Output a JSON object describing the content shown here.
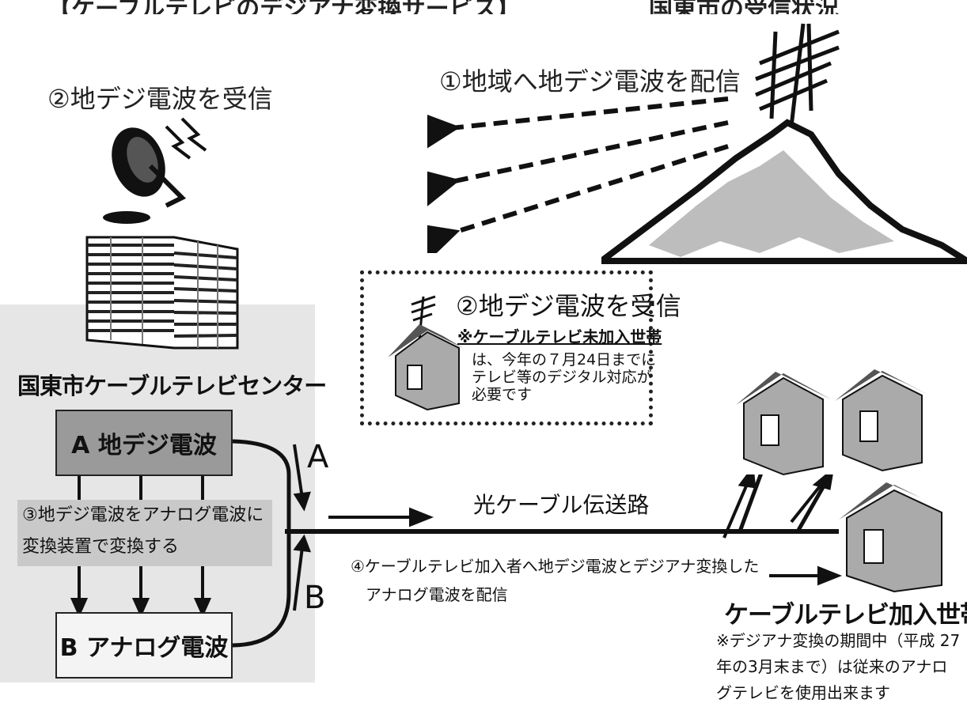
{
  "header": {
    "title_left": "【ケーブルテレビのデジアナ変換サービス】",
    "title_right": "国東市の受信状況"
  },
  "labels": {
    "broadcast": "①地域へ地デジ電波を配信",
    "receive_center": "②地デジ電波を受信",
    "receive_home": "②地デジ電波を受信",
    "center_name": "国東市ケーブルテレビセンター",
    "box_a": "A 地デジ電波",
    "box_b": "B アナログ電波",
    "convert_line1": "③地デジ電波をアナログ電波に",
    "convert_line2": "変換装置で変換する",
    "letter_a": "A",
    "letter_b": "B",
    "fiber": "光ケーブル伝送路",
    "deliver_line1": "④ケーブルテレビ加入者へ地デジ電波とデジアナ変換した",
    "deliver_line2": "アナログ電波を配信"
  },
  "non_subscriber_note": {
    "heading": "※ケーブルテレビ未加入世帯",
    "body": "は、今年の７月24日までにテレビ等のデジタル対応が必要です"
  },
  "subscriber": {
    "title": "ケーブルテレビ加入世帯",
    "note": "※デジアナ変換の期間中（平成 27 年の3月末まで）は従来のアナログテレビを使用出来ます"
  },
  "colors": {
    "ink": "#111111",
    "panel": "#e6e6e6",
    "box_a": "#9a9a9a",
    "convert": "#c9c9c9",
    "roof": "#555555",
    "wall": "#aaaaaa"
  }
}
